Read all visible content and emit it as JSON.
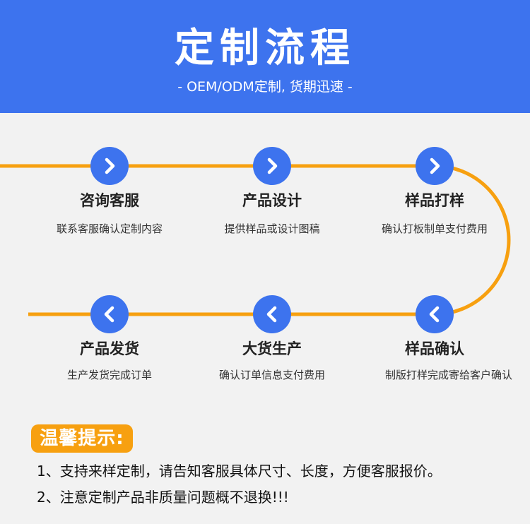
{
  "header": {
    "title": "定制流程",
    "subtitle": "- OEM/ODM定制, 货期迅速 -"
  },
  "colors": {
    "primary_blue": "#3d73ee",
    "accent_orange": "#f7a010",
    "background": "#f2f2f2"
  },
  "steps": [
    {
      "title": "咨询客服",
      "desc": "联系客服确认定制内容",
      "icon": "chevron-right-icon"
    },
    {
      "title": "产品设计",
      "desc": "提供样品或设计图稿",
      "icon": "chevron-right-icon"
    },
    {
      "title": "样品打样",
      "desc": "确认打板制单支付费用",
      "icon": "chevron-right-icon"
    },
    {
      "title": "样品确认",
      "desc": "制版打样完成寄给客户确认",
      "icon": "chevron-left-icon"
    },
    {
      "title": "大货生产",
      "desc": "确认订单信息支付费用",
      "icon": "chevron-left-icon"
    },
    {
      "title": "产品发货",
      "desc": "生产发货完成订单",
      "icon": "chevron-left-icon"
    }
  ],
  "tips": {
    "label": "温馨提示:",
    "items": [
      "1、支持来样定制，请告知客服具体尺寸、长度，方便客服报价。",
      "2、注意定制产品非质量问题概不退换!!!"
    ]
  }
}
